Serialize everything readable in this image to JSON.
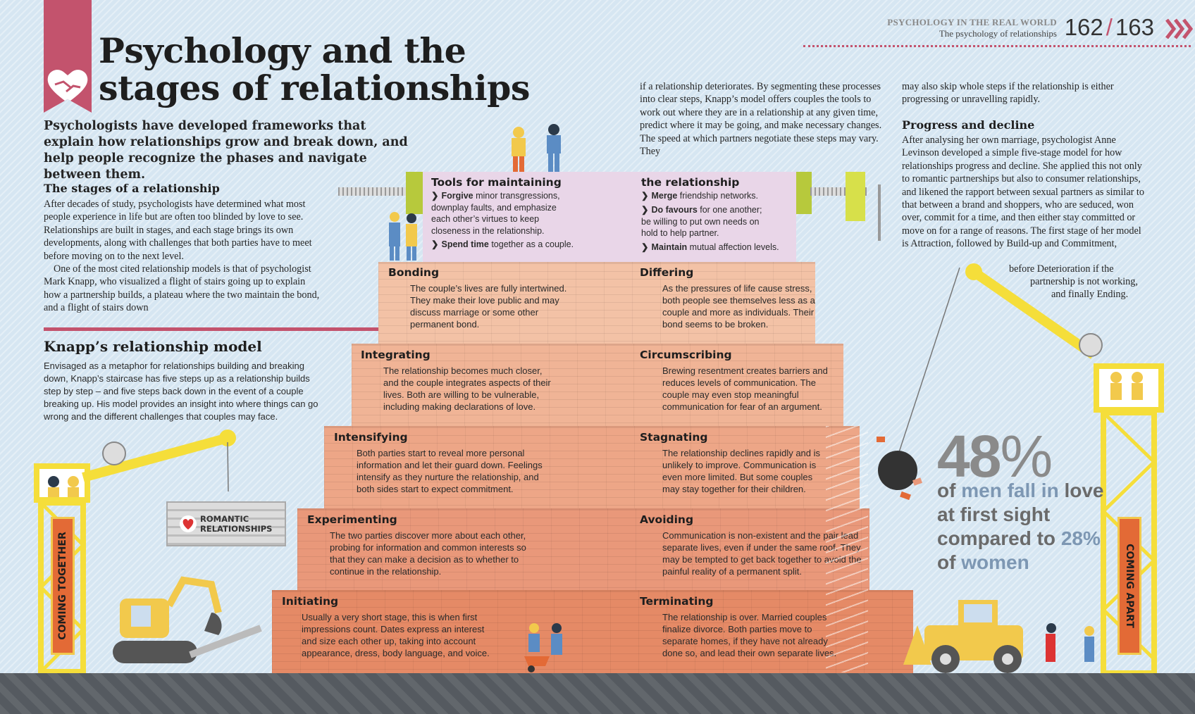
{
  "header": {
    "section": "PSYCHOLOGY IN THE REAL WORLD",
    "subsection": "The psychology of relationships",
    "page_left": "162",
    "slash": "/",
    "page_right": "163"
  },
  "title": {
    "line1": "Psychology and the",
    "line2": "stages of relationships"
  },
  "intro": "Psychologists have developed frameworks that explain how relationships grow and break down, and help people recognize the phases and navigate between them.",
  "stages_section": {
    "heading": "The stages of a relationship",
    "p1": "After decades of study, psychologists have determined what most people experience in life but are often too blinded by love to see. Relationships are built in stages, and each stage brings its own developments, along with challenges that both parties have to meet before moving on to the next level.",
    "p2": "One of the most cited relationship models is that of psychologist Mark Knapp, who visualized a flight of stairs going up to explain how a partnership builds, a plateau where the two maintain the bond, and a flight of stairs down"
  },
  "knapp_section": {
    "heading": "Knapp’s relationship model",
    "body": "Envisaged as a metaphor for relationships building and breaking down, Knapp’s staircase has five steps up as a relationship builds step by step – and five steps back down in the event of a couple breaking up. His model provides an insight into where things can go wrong and the different challenges that couples may face."
  },
  "col3": "if a relationship deteriorates. By segmenting these processes into clear steps, Knapp’s model offers couples the tools to work out where they are in a relationship at any given time, predict where it may be going, and make necessary changes. The speed at which partners negotiate these steps may vary. They",
  "col4": {
    "top": "may also skip whole steps if the relationship is either progressing or unravelling rapidly.",
    "heading": "Progress and decline",
    "body": "After analysing her own marriage, psychologist Anne Levinson developed a simple five-stage model for how relationships progress and decline. She applied this not only to romantic partnerships but also to consumer relationships, and likened the rapport between sexual partners as similar to that between a brand and shoppers, who are seduced, won over, commit for a time, and then either stay committed or move on for a range of reasons. The first stage of her model is Attraction, followed by Build-up and Commitment,",
    "tail1": "before Deterioration if the",
    "tail2": "partnership is not working,",
    "tail3": "and finally Ending."
  },
  "tools": {
    "left_title": "Tools for maintaining",
    "right_title": "the relationship",
    "left_bullets": [
      {
        "bold": "Forgive",
        "text": " minor transgressions, downplay faults, and emphasize each other’s virtues to keep closeness in the relationship."
      },
      {
        "bold": "Spend time",
        "text": " together as a couple."
      }
    ],
    "right_bullets": [
      {
        "bold": "Merge",
        "text": " friendship networks."
      },
      {
        "bold": "Do favours",
        "text": " for one another; be willing to put own needs on hold to help partner."
      },
      {
        "bold": "Maintain",
        "text": " mutual affection levels."
      }
    ]
  },
  "steps": {
    "bonding": {
      "title": "Bonding",
      "text": "The couple’s lives are fully intertwined. They make their love public and may discuss marriage or some other permanent bond."
    },
    "differing": {
      "title": "Differing",
      "text": "As the pressures of life cause stress, both people see themselves less as a couple and more as individuals. Their bond seems to be broken."
    },
    "integrating": {
      "title": "Integrating",
      "text": "The relationship becomes much closer, and the couple integrates aspects of their lives. Both are willing to be vulnerable, including making declarations of love."
    },
    "circumscribing": {
      "title": "Circumscribing",
      "text": "Brewing resentment creates barriers and reduces levels of communication. The couple may even stop meaningful communication for fear of an argument."
    },
    "intensifying": {
      "title": "Intensifying",
      "text": "Both parties start to reveal more personal information and let their guard down. Feelings intensify as they nurture the relationship, and both sides start to expect commitment."
    },
    "stagnating": {
      "title": "Stagnating",
      "text": "The relationship declines rapidly and is unlikely to improve. Communication is even more limited. But some couples may stay together for their children."
    },
    "experimenting": {
      "title": "Experimenting",
      "text": "The two parties discover more about each other, probing for information and common interests so that they can make a decision as to whether to continue in the relationship."
    },
    "avoiding": {
      "title": "Avoiding",
      "text": "Communication is non-existent and the pair lead separate lives, even if under the same roof. They may be tempted to get back together to avoid the painful reality of a permanent split."
    },
    "initiating": {
      "title": "Initiating",
      "text": "Usually a very short stage, this is when first impressions count. Dates express an interest and size each other up, taking into account appearance, dress, body language, and voice."
    },
    "terminating": {
      "title": "Terminating",
      "text": "The relationship is over. Married couples finalize divorce. Both parties move to separate homes, if they have not already done so, and lead their own separate lives."
    }
  },
  "stat": {
    "number": "48",
    "percent": "%",
    "line_a": "of ",
    "men": "men fall in",
    "line_b": "love at first sight compared to",
    "pct28": "28%",
    "of": " of ",
    "women": "women"
  },
  "labels": {
    "coming_together": "COMING TOGETHER",
    "coming_apart": "COMING APART",
    "sign_line1": "ROMANTIC",
    "sign_line2": "RELATIONSHIPS"
  },
  "colors": {
    "accent_pink": "#c3536d",
    "crane_yellow": "#f5de3a",
    "label_orange": "#e36a36",
    "background": "#d6e6f2"
  }
}
